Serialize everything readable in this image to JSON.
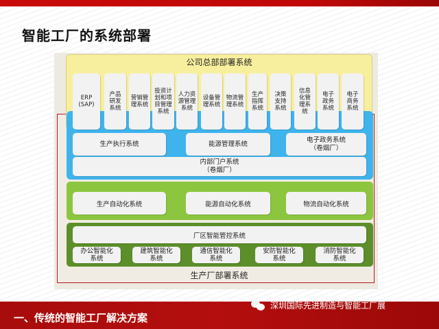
{
  "page": {
    "title": "智能工厂的系统部署",
    "section_title": "一、传统的智能工厂解决方案",
    "source_label": "深圳国际先进制造与智能工厂展",
    "source_icon": "wechat-icon"
  },
  "hq": {
    "title": "公司总部部署系统",
    "systems": [
      {
        "label": "ERP (SAP)"
      },
      {
        "label": "产品\n研发\n系统"
      },
      {
        "label": "营销管\n理系统"
      },
      {
        "label": "投资计\n划和项\n目管理\n系统"
      },
      {
        "label": "人力资\n源管理\n系统"
      },
      {
        "label": "设备管\n理系统"
      },
      {
        "label": "物流管\n理系统"
      },
      {
        "label": "生产\n指挥\n系统"
      },
      {
        "label": "决策\n支持\n系统"
      },
      {
        "label": "信息\n化管\n理系\n统"
      },
      {
        "label": "电子\n政务\n系统"
      },
      {
        "label": "电子\n商务\n系统"
      }
    ]
  },
  "management_layer": {
    "systems": [
      {
        "label": "生产执行系统"
      },
      {
        "label": "能源管理系统"
      },
      {
        "label": "电子政务系统\n（卷烟厂）"
      }
    ],
    "portal": "内部门户系统\n（卷烟厂）"
  },
  "automation_layer": {
    "systems": [
      {
        "label": "生产自动化系统"
      },
      {
        "label": "能源自动化系统"
      },
      {
        "label": "物流自动化系统"
      }
    ]
  },
  "smart_layer": {
    "control": "厂区智能管控系统",
    "systems": [
      {
        "label": "办公智能化\n系统"
      },
      {
        "label": "建筑智能化\n系统"
      },
      {
        "label": "通信智能化\n系统"
      },
      {
        "label": "安防智能化\n系统"
      },
      {
        "label": "消防智能化\n系统"
      }
    ]
  },
  "factory": {
    "title": "生产厂部署系统"
  },
  "colors": {
    "header_red": "#c80a0a",
    "hq_yellow": "#f8ef9e",
    "mgmt_blue": "#3fb4ec",
    "auto_green": "#8cc63f",
    "smart_darkgreen": "#5c8f2a",
    "factory_border": "#b0191e"
  }
}
